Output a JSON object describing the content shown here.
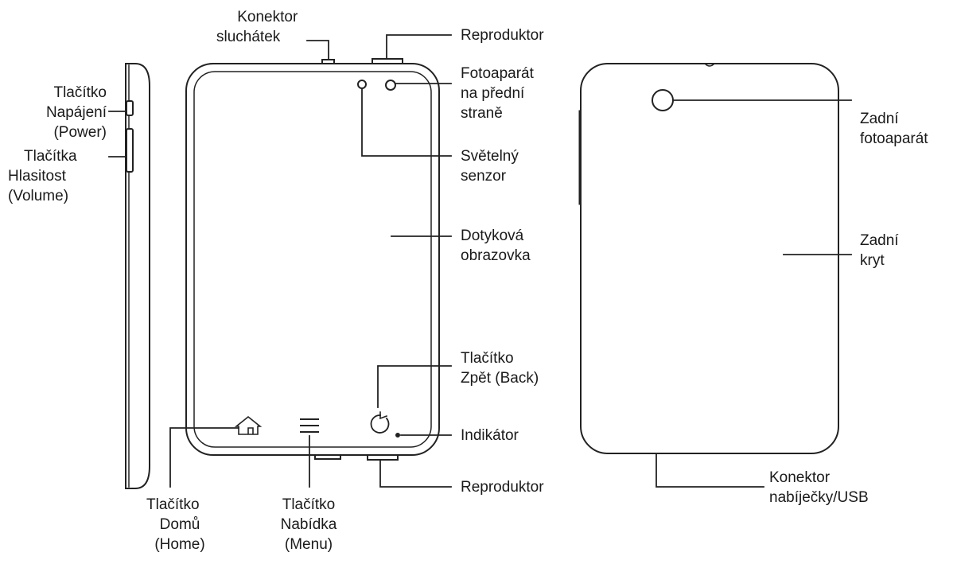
{
  "labels": {
    "headphone_jack": [
      "Konektor",
      "sluchátek"
    ],
    "speaker_top": "Reproduktor",
    "front_camera": [
      "Fotoaparát",
      "na přední",
      "straně"
    ],
    "light_sensor": [
      "Světelný",
      "senzor"
    ],
    "touchscreen": [
      "Dotyková",
      "obrazovka"
    ],
    "back_button": [
      "Tlačítko",
      "Zpět (Back)"
    ],
    "indicator": "Indikátor",
    "speaker_bottom": "Reproduktor",
    "power_button": [
      "Tlačítko",
      "Napájení",
      "(Power)"
    ],
    "volume_buttons": [
      "Tlačítka",
      "Hlasitost",
      "(Volume)"
    ],
    "home_button": [
      "Tlačítko",
      "Domů",
      "(Home)"
    ],
    "menu_button": [
      "Tlačítko",
      "Nabídka",
      "(Menu)"
    ],
    "rear_camera": [
      "Zadní",
      "fotoaparát"
    ],
    "back_cover": [
      "Zadní",
      "kryt"
    ],
    "charger_connector": [
      "Konektor",
      "nabíječky/USB"
    ]
  },
  "colors": {
    "line": "#222222",
    "text": "#1a1a1a",
    "background": "#ffffff"
  },
  "icons": [
    "home-icon",
    "menu-icon",
    "back-icon"
  ]
}
